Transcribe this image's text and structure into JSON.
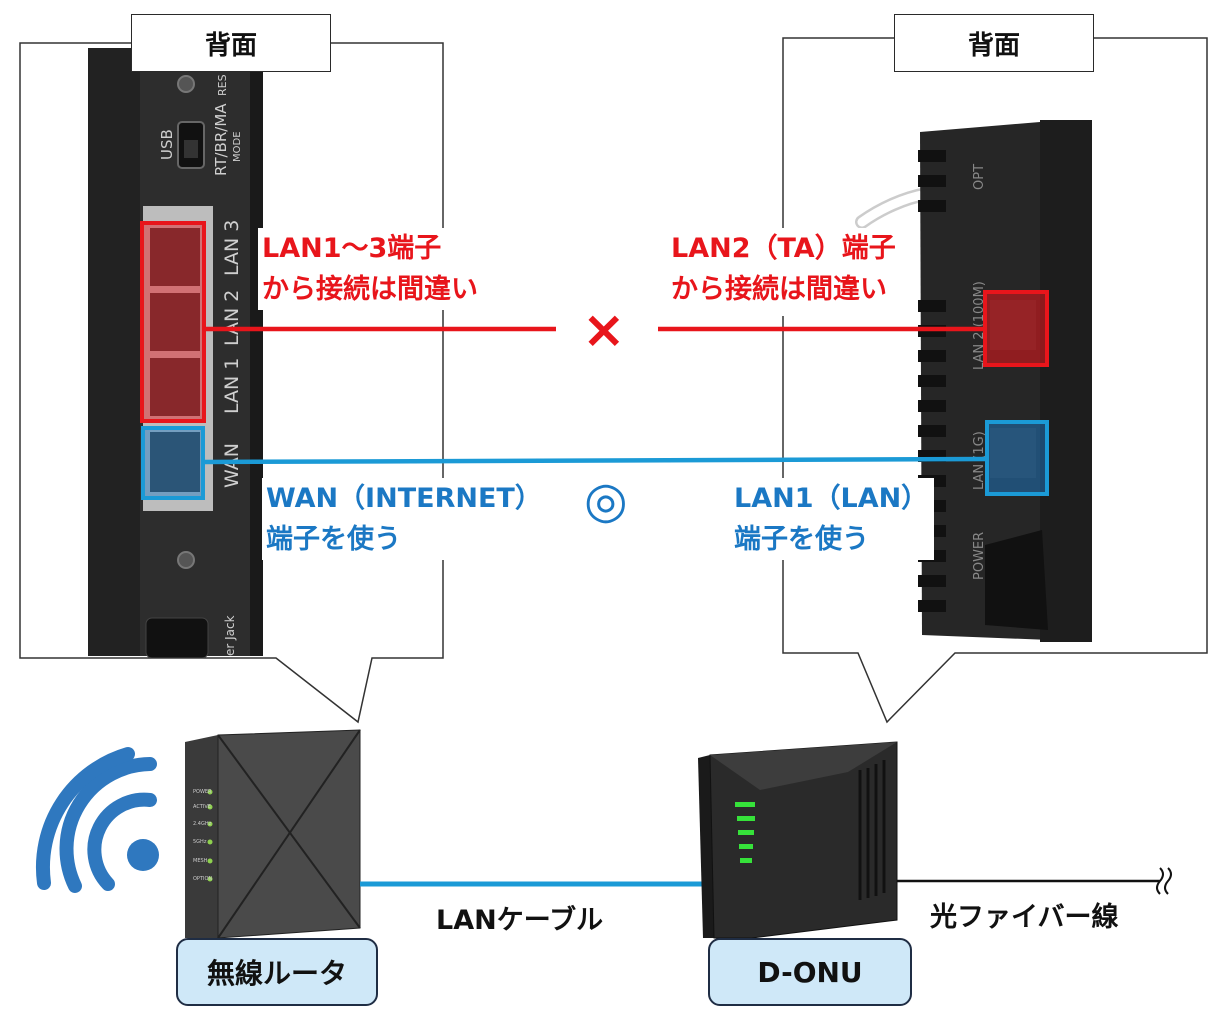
{
  "left_panel": {
    "title": "背面"
  },
  "right_panel": {
    "title": "背面"
  },
  "left_router_ports": {
    "usb": "USB",
    "mode_switch": "RT/BR/MA",
    "mode": "MODE",
    "reset": "RES",
    "lan3": "LAN 3",
    "lan2": "LAN 2",
    "lan1": "LAN 1",
    "wan": "WAN",
    "power_jack": "er Jack"
  },
  "right_onu_ports": {
    "opt": "OPT",
    "lan2": "LAN 2 (100M)",
    "lan1": "LAN (1G)",
    "power": "POWER"
  },
  "wrong_left": {
    "line1": "LAN1～3端子",
    "line2": "から接続は間違い"
  },
  "wrong_right": {
    "line1": "LAN2（TA）端子",
    "line2": "から接続は間違い"
  },
  "wrong_mark": "×",
  "right_wan": {
    "line1": "WAN（INTERNET）",
    "line2": "端子を使う"
  },
  "right_lan": {
    "line1": "LAN1（LAN）",
    "line2": "端子を使う"
  },
  "correct_mark": "◎",
  "router_led_labels": [
    "POWER",
    "ACTIVE",
    "2.4GHz",
    "5GHz",
    "MESH",
    "OPTION"
  ],
  "router_label": "無線ルータ",
  "onu_label": "D-ONU",
  "cable_label": "LANケーブル",
  "fiber_label": "光ファイバー線",
  "colors": {
    "wrong": "#e8151b",
    "correct": "#1b78c4",
    "label_fill": "#cfe8f8"
  }
}
